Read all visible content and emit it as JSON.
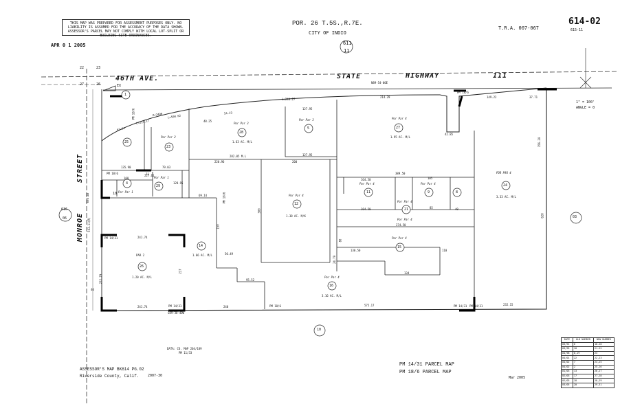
{
  "header": {
    "disclaimer": "THIS MAP WAS PREPARED FOR ASSESSMENT PURPOSES ONLY. NO LIABILITY IS ASSUMED FOR THE ACCURACY OF THE DATA SHOWN. ASSESSOR'S PARCEL MAY NOT COMPLY WITH LOCAL LOT-SPLIT OR BUILDING SITE ORDINANCES.",
    "section": "POR. 26 T.5S.,R.7E.",
    "city": "CITY OF INDIO",
    "tra": "T.R.A.   007-067",
    "book_page": "614-02",
    "book_sub": "615-11",
    "date_stamp": "APR 0 1 2005",
    "sheet_circle": "611",
    "sheet_circle_sub": "11"
  },
  "roads": {
    "avenue": "46TH AVE.",
    "highway": [
      "STATE",
      "HIGHWAY",
      "111"
    ],
    "monroe": "MONROE",
    "street": "STREET",
    "bearing_hwy": "N89-54-00E",
    "bearing_bottom": "S89-30-40W",
    "scale": "1\" = 100'",
    "angle": "ANGLE = 0"
  },
  "section_corners": [
    "22",
    "23",
    "27",
    "26"
  ],
  "adjacent": {
    "left_top": "616",
    "left_bot": "06",
    "right": "03",
    "bottom": "10",
    "top_right": "615"
  },
  "ex": "EX",
  "parcels": [
    {
      "num": "1"
    },
    {
      "num": "4",
      "label": "Por Par 1"
    },
    {
      "num": "5",
      "label": "Por Par 3"
    },
    {
      "num": "8"
    },
    {
      "num": "9",
      "label": "Por Par 4"
    },
    {
      "num": "10"
    },
    {
      "num": "11",
      "label": "Por Par 4"
    },
    {
      "num": "12",
      "label": "Por Par 4",
      "area": "1.38 AC. M/K"
    },
    {
      "num": "14",
      "area": "1.66 AC. M/L"
    },
    {
      "num": "15",
      "label": "Por Par 4"
    },
    {
      "num": "16",
      "label": "Por Par 4",
      "area": "3.16 AC. M/L"
    },
    {
      "num": "21"
    },
    {
      "num": "23",
      "label": "Por Par 2"
    },
    {
      "num": "24",
      "label": "POR PAR 4",
      "area": "3.33 AC. M/L"
    },
    {
      "num": "25"
    },
    {
      "num": "26",
      "label": "PAR 2",
      "area": "1.20 AC. M/L"
    },
    {
      "num": "27",
      "label": "Por Par 4",
      "area": "1.95 AC. M/L"
    },
    {
      "num": "28",
      "label": "Por Par 3",
      "area": "1.63 AC. M/L"
    },
    {
      "num": "29",
      "label": "Por Par 1"
    }
  ],
  "extra_labels": [
    "Por Par 4",
    "Por Par 4"
  ],
  "pm_labels": [
    "PM 18/6",
    "PM 14/31",
    "PM 14/31",
    "PM 18/6",
    "PM 14/31",
    "PM 18/6",
    "PM 18/6",
    "PM 18/6",
    "PM 14/31"
  ],
  "dims": [
    "135.90",
    "21",
    "79.03",
    "227.61",
    "128.95",
    "220.96",
    "282.05 M.L",
    "200",
    "127.95",
    "127.95",
    "214.29",
    "389.50",
    "164.50",
    "105",
    "164.50",
    "85",
    "374.50",
    "130.50",
    "134",
    "241.74",
    "241.74",
    "240",
    "575.17",
    "232.15",
    "95.52",
    "50.49",
    "100",
    "300",
    "150",
    "628",
    "80",
    "24.79",
    "110",
    "40",
    "40",
    "62.51",
    "54.23",
    "L=240.27",
    "42.85",
    "149.22",
    "37.71",
    "L=500.62",
    "L=211.17",
    "R=2496",
    "69.14",
    "156.20",
    "48.25",
    "693.48",
    "503.11(R)",
    "222.79",
    "217"
  ],
  "footer": {
    "data_note": "DATA: CO. MAP 204/189",
    "data_note2": "PM 11/33",
    "assessor_map": "ASSESSOR'S MAP BK614 PG.02",
    "county": "Riverside County, Calif.",
    "stamp": "2007-30",
    "pm1": "PM    14/31  PARCEL MAP",
    "pm2": "PM    18/6  PARCEL MAP",
    "date": "Mar 2005"
  },
  "legend": {
    "headers": [
      "DATE",
      "OLD NUMBER",
      "NEW NUMBER"
    ],
    "rows": [
      [
        "03/91",
        "6",
        "18-20"
      ],
      [
        "03/95",
        "10",
        "21-22"
      ],
      [
        "04/98",
        "8,19",
        "23"
      ],
      [
        "04/01",
        "22",
        "22,23"
      ],
      [
        "04/02",
        "7",
        "24,25"
      ],
      [
        "04/02",
        "2",
        "25,26"
      ],
      [
        "01/03",
        "13",
        "26,27"
      ],
      [
        "02/03",
        "17",
        "27,28"
      ],
      [
        "02/03",
        "18",
        "28,29"
      ],
      [
        "03/05",
        "20",
        "29,31"
      ]
    ]
  }
}
